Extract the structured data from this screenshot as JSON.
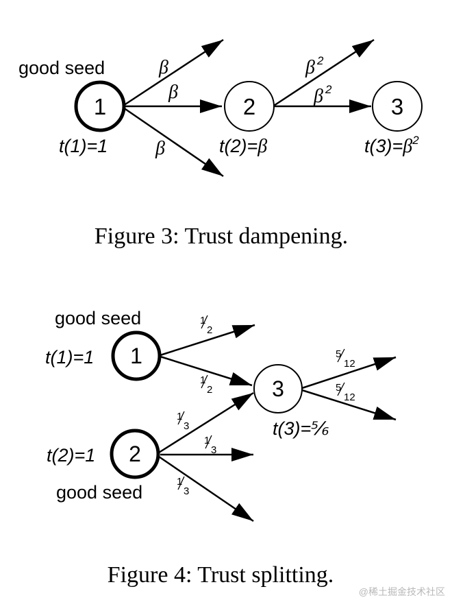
{
  "fig3": {
    "caption": "Figure 3: Trust dampening.",
    "seed_label": "good seed",
    "nodes": {
      "n1": "1",
      "n2": "2",
      "n3": "3"
    },
    "trust": {
      "t1": "t(1)=1",
      "t2_prefix": "t(2)=",
      "t2_beta": "β",
      "t3_prefix": "t(3)=",
      "t3_beta": "β",
      "t3_exp": "2"
    },
    "edges": {
      "beta": "β",
      "beta_sq_base": "β",
      "beta_sq_exp": "2"
    }
  },
  "fig4": {
    "caption": "Figure 4: Trust splitting.",
    "seed_label_1": "good seed",
    "seed_label_2": "good seed",
    "nodes": {
      "n1": "1",
      "n2": "2",
      "n3": "3"
    },
    "trust": {
      "t1": "t(1)=1",
      "t2": "t(2)=1",
      "t3": "t(3)=⅚"
    },
    "fractions": {
      "half": {
        "num": "1",
        "den": "2"
      },
      "third": {
        "num": "1",
        "den": "3"
      },
      "five_twelfths": {
        "num": "5",
        "den": "12"
      }
    }
  },
  "watermark": "@稀土掘金技术社区",
  "colors": {
    "ink": "#000000",
    "watermark": "#b8b8b8"
  }
}
